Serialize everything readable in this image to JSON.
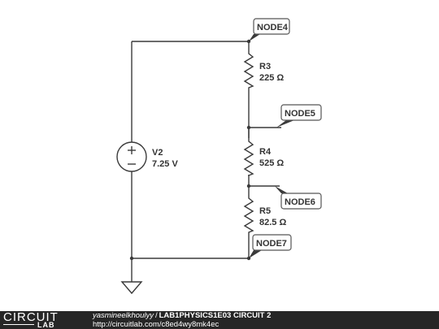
{
  "schematic": {
    "source": {
      "name": "V2",
      "value": "7.25 V"
    },
    "resistors": [
      {
        "name": "R3",
        "value": "225 Ω"
      },
      {
        "name": "R4",
        "value": "525 Ω"
      },
      {
        "name": "R5",
        "value": "82.5 Ω"
      }
    ],
    "nodes": [
      "NODE4",
      "NODE5",
      "NODE6",
      "NODE7"
    ]
  },
  "footer": {
    "logo_top": "CIRCUIT",
    "logo_bottom": "LAB",
    "author": "yasmineelkhoulyy",
    "separator": "/",
    "title": "LAB1PHYSICS1E03 CIRCUIT 2",
    "url": "http://circuitlab.com/c8ed4wy8mk4ec"
  }
}
